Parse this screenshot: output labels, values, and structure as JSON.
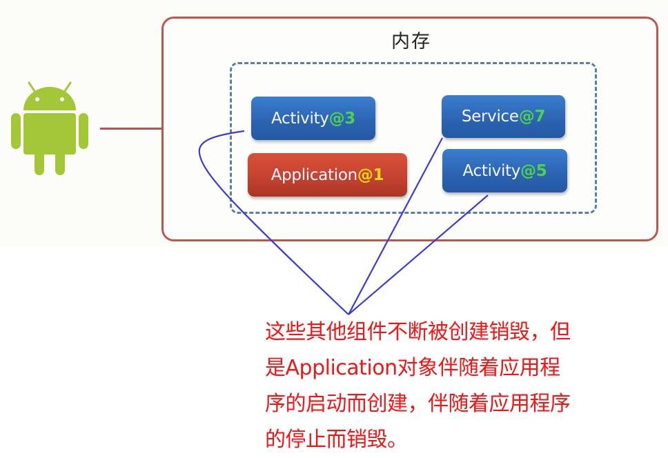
{
  "diagram": {
    "device_icon": "android-robot-icon",
    "memory_label": "内存",
    "components": [
      {
        "id": "activity-3",
        "name": "Activity",
        "ref": "@3",
        "kind": "activity",
        "color": "#2b63b1",
        "ref_color": "#4cd34a"
      },
      {
        "id": "application-1",
        "name": "Application",
        "ref": "@1",
        "kind": "application",
        "color": "#c2412f",
        "ref_color": "#f7d613"
      },
      {
        "id": "service-7",
        "name": "Service",
        "ref": "@7",
        "kind": "service",
        "color": "#2b63b1",
        "ref_color": "#4cd34a"
      },
      {
        "id": "activity-5",
        "name": "Activity",
        "ref": "@5",
        "kind": "activity",
        "color": "#2b63b1",
        "ref_color": "#4cd34a"
      }
    ],
    "annotation": {
      "lines": [
        "这些其他组件不断被创建销毁，但",
        "是Application对象伴随着应用程",
        "序的启动而创建，伴随着应用程序",
        "的停止而销毁。"
      ],
      "color": "#f01616",
      "pointer_color": "#3a3ad6",
      "points_to": [
        "activity-3",
        "service-7",
        "activity-5"
      ]
    },
    "colors": {
      "memory_border": "#c0564b",
      "process_border": "#5a7ea8",
      "android_green": "#a4c639"
    }
  }
}
